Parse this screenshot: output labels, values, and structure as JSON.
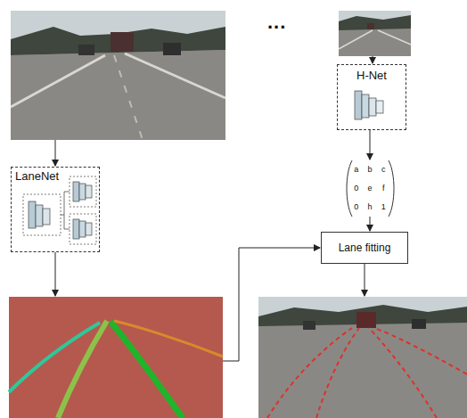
{
  "diagram": {
    "nodes": [
      {
        "text": [
          "LaneNet"
        ]
      },
      {
        "text": [
          "H-Net"
        ]
      },
      {
        "text": [
          "a",
          "b",
          "c",
          "0",
          "e",
          "f",
          "0",
          "h",
          "1"
        ]
      },
      {
        "text": [
          "Lane fitting"
        ]
      }
    ],
    "edges": [
      {
        "from": 1,
        "to": 2,
        "arrow": "to"
      },
      {
        "from": 2,
        "to": 3,
        "arrow": "to"
      }
    ],
    "labels": [
      "..."
    ]
  }
}
